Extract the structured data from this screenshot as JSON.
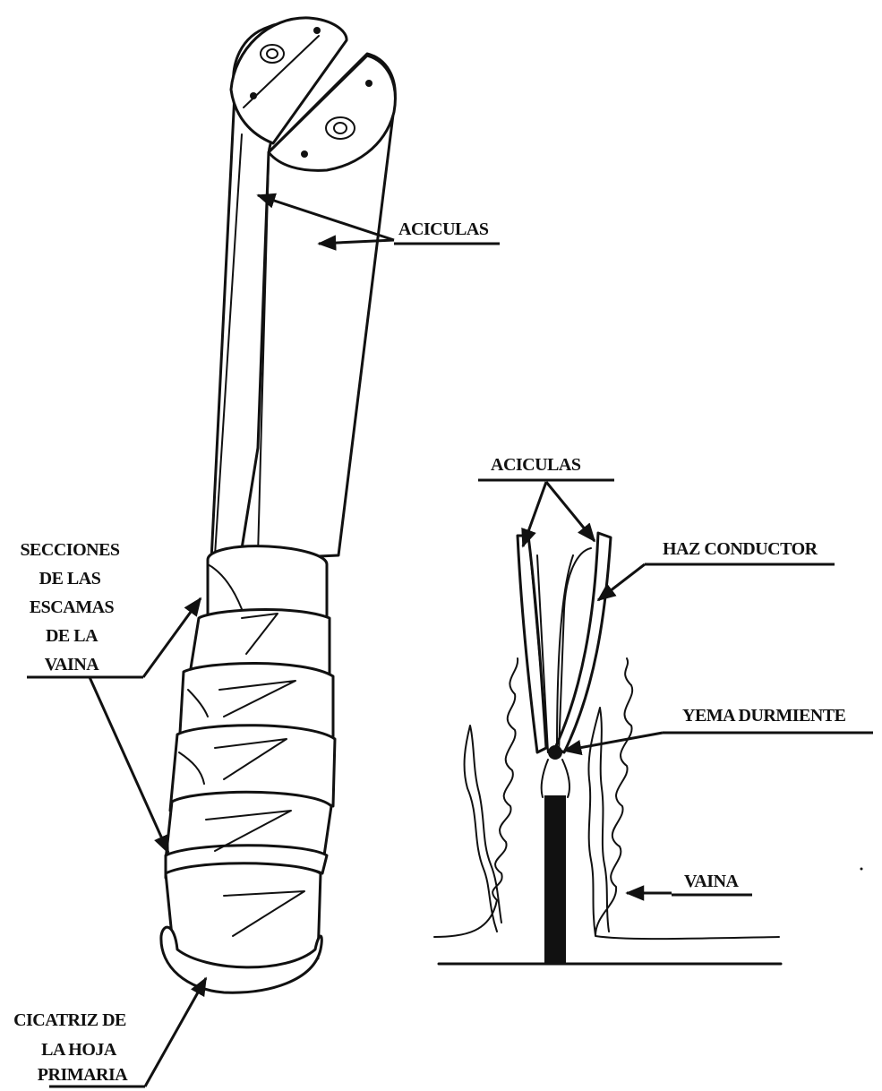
{
  "diagram": {
    "labels": {
      "aciculas_top": "ACICULAS",
      "aciculas_right": "ACICULAS",
      "haz_conductor": "HAZ CONDUCTOR",
      "yema_durmiente": "YEMA DURMIENTE",
      "vaina": "VAINA",
      "secciones": [
        "SECCIONES",
        "DE LAS",
        "ESCAMAS",
        "DE LA",
        "VAINA"
      ],
      "cicatriz": [
        "CICATRIZ DE",
        "LA HOJA",
        "PRIMARIA"
      ]
    },
    "colors": {
      "ink": "#111111",
      "paper": "#ffffff"
    }
  }
}
